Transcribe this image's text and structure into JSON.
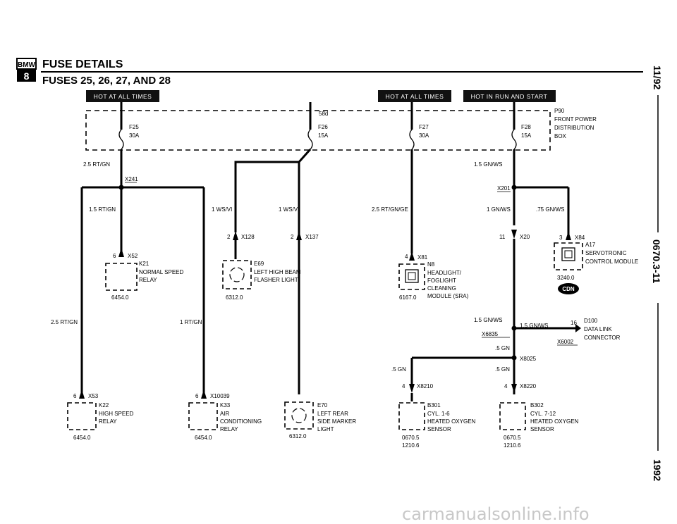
{
  "header": {
    "logo_top": "BMW",
    "logo_bottom": "8",
    "title": "FUSE DETAILS",
    "subtitle": "FUSES 25, 26, 27, AND 28"
  },
  "banners": {
    "hot_all_left": "HOT AT ALL TIMES",
    "hot_all_right": "HOT AT ALL TIMES",
    "hot_run_start": "HOT IN RUN AND START"
  },
  "side": {
    "date": "11/92",
    "page": "0670.3-11",
    "year": "1992"
  },
  "fuse_box": {
    "id": "P90",
    "label_lines": [
      "FRONT POWER",
      "DISTRIBUTION",
      "BOX"
    ],
    "bus_label": "58d",
    "fuses": [
      {
        "name": "F25",
        "rating": "30A"
      },
      {
        "name": "F26",
        "rating": "15A"
      },
      {
        "name": "F27",
        "rating": "30A"
      },
      {
        "name": "F28",
        "rating": "15A"
      }
    ]
  },
  "wires": {
    "w1": "2.5 RT/GN",
    "w2": "1.5 RT/GN",
    "w3": "1 WS/VI",
    "w4": "1 WS/VI",
    "w5": "2.5 RT/GN/GE",
    "w6": "1.5 GN/WS",
    "w7": "1 GN/WS",
    "w8": ".75 GN/WS",
    "w9": "2.5 RT/GN",
    "w10": "1 RT/GN",
    "w11": "1.5 GN/WS",
    "w12": "1.5 GN/WS",
    "w13": ".5 GN",
    "w14": ".5 GN",
    "w15": ".5 GN"
  },
  "connectors": {
    "x241": "X241",
    "x201": "X201",
    "x52": "X52",
    "x52_pin": "6",
    "x128": "X128",
    "x128_pin": "2",
    "x137": "X137",
    "x137_pin": "2",
    "x81": "X81",
    "x81_pin": "4",
    "x20": "X20",
    "x20_pin": "11",
    "x84": "X84",
    "x84_pin": "3",
    "x6835": "X6835",
    "x6002": "X6002",
    "x6002_pin": "16",
    "x8025": "X8025",
    "x8210": "X8210",
    "x8210_pin": "4",
    "x8220": "X8220",
    "x8220_pin": "4",
    "x53": "X53",
    "x53_pin": "6",
    "x10039": "X10039",
    "x10039_pin": "6"
  },
  "components": {
    "k21": {
      "id": "K21",
      "lines": [
        "NORMAL SPEED",
        "RELAY"
      ],
      "ref": "6454.0"
    },
    "e69": {
      "id": "E69",
      "lines": [
        "LEFT HIGH BEAM",
        "FLASHER LIGHT"
      ],
      "ref": "6312.0"
    },
    "n8": {
      "id": "N8",
      "lines": [
        "HEADLIGHT/",
        "FOGLIGHT",
        "CLEANING",
        "MODULE (SRA)"
      ],
      "ref": "6167.0"
    },
    "a17": {
      "id": "A17",
      "lines": [
        "SERVOTRONIC",
        "CONTROL MODULE"
      ],
      "ref": "3240.0",
      "badge": "CDN"
    },
    "d100": {
      "id": "D100",
      "lines": [
        "DATA LINK",
        "CONNECTOR"
      ]
    },
    "k22": {
      "id": "K22",
      "lines": [
        "HIGH SPEED",
        "RELAY"
      ],
      "ref": "6454.0"
    },
    "k33": {
      "id": "K33",
      "lines": [
        "AIR",
        "CONDITIONING",
        "RELAY"
      ],
      "ref": "6454.0"
    },
    "e70": {
      "id": "E70",
      "lines": [
        "LEFT REAR",
        "SIDE MARKER",
        "LIGHT"
      ],
      "ref": "6312.0"
    },
    "b301": {
      "id": "B301",
      "lines": [
        "CYL. 1-6",
        "HEATED OXYGEN",
        "SENSOR"
      ],
      "refs": [
        "0670.5",
        "1210.6"
      ]
    },
    "b302": {
      "id": "B302",
      "lines": [
        "CYL. 7-12",
        "HEATED OXYGEN",
        "SENSOR"
      ],
      "refs": [
        "0670.5",
        "1210.6"
      ]
    }
  },
  "watermark": "carmanualsonline.info"
}
